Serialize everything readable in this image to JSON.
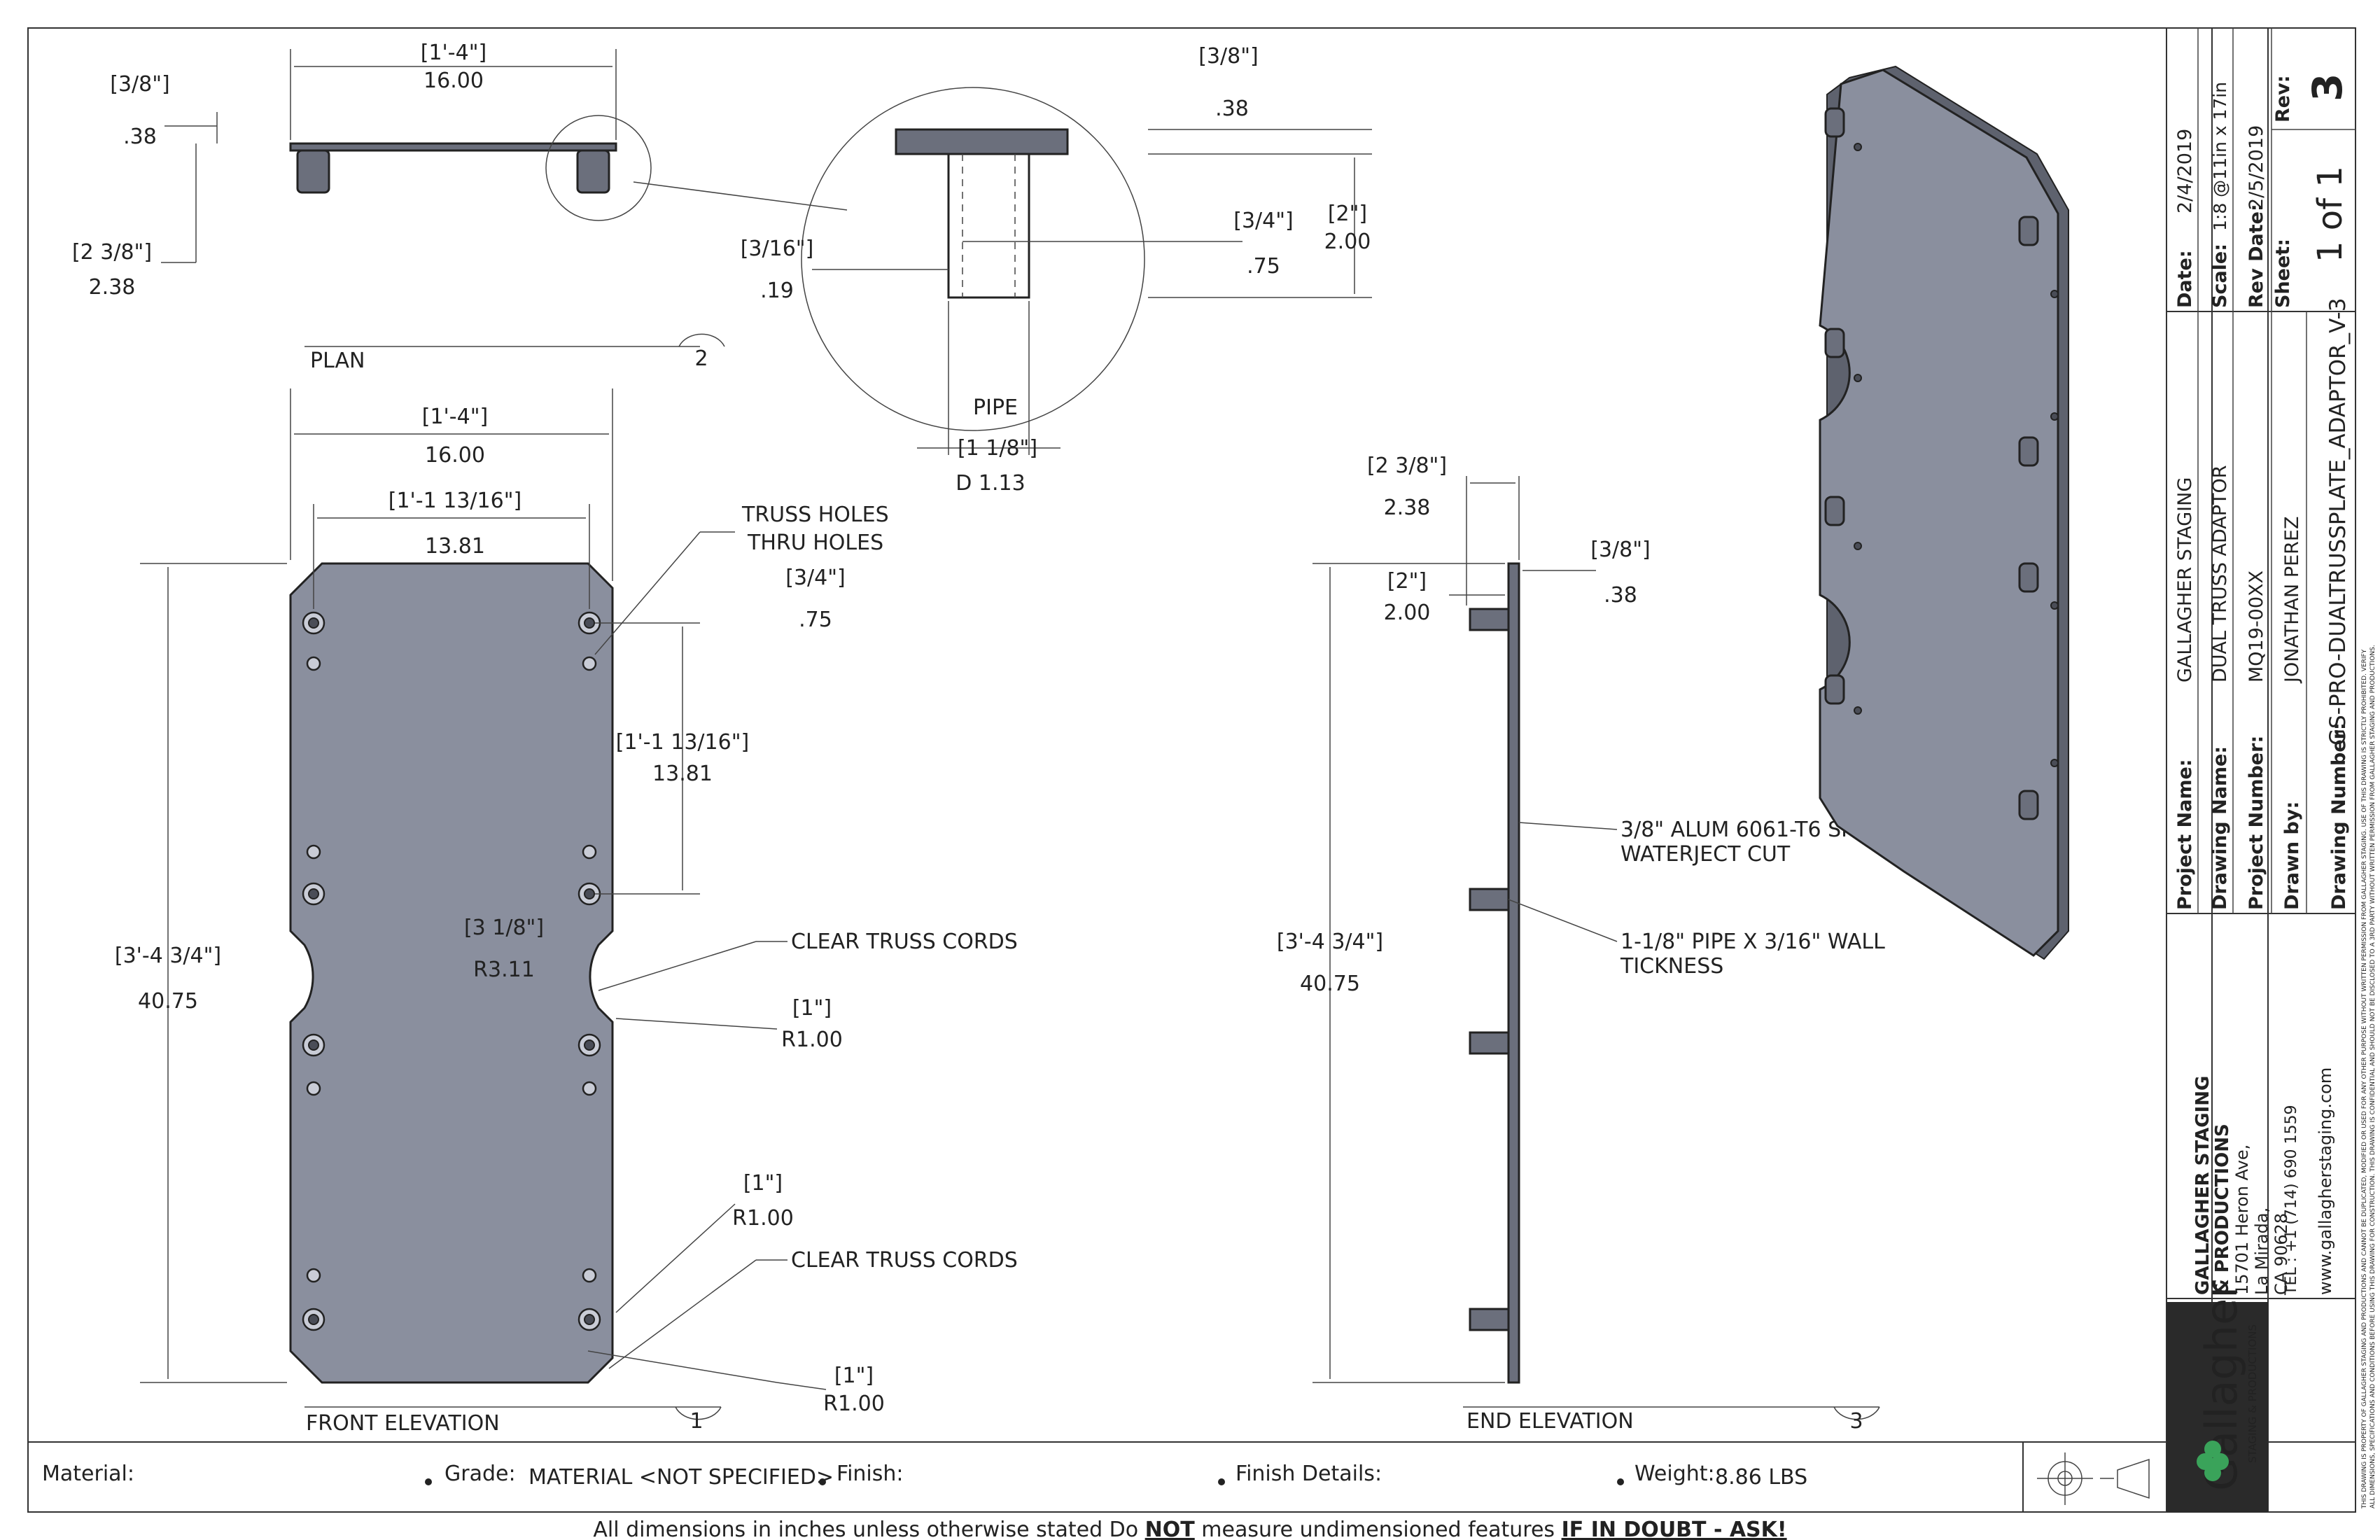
{
  "plan": {
    "overall": "[1'-4\"]",
    "overall_dec": "16.00",
    "thick_frac": "[3/8\"]",
    "thick_dec": ".38",
    "height_frac": "[2 3/8\"]",
    "height_dec": "2.38",
    "view_label": "PLAN",
    "view_number": "2"
  },
  "detail": {
    "top_frac": "[3/8\"]",
    "top_dec": ".38",
    "height_frac": "[2\"]",
    "height_dec": "2.00",
    "inner_frac": "[3/4\"]",
    "inner_dec": ".75",
    "wall_frac": "[3/16\"]",
    "wall_dec": ".19",
    "pipe_label": "PIPE",
    "pipe_frac": "[1 1/8\"]",
    "pipe_dec": "D 1.13"
  },
  "front": {
    "overall": "[1'-4\"]",
    "overall_dec": "16.00",
    "inner": "[1'-1 13/16\"]",
    "inner_dec": "13.81",
    "truss_holes": "TRUSS  HOLES",
    "thru_holes": "THRU HOLES",
    "thru_frac": "[3/4\"]",
    "thru_dec": ".75",
    "spacing_frac": "[1'-1 13/16\"]",
    "spacing_dec": "13.81",
    "height_frac": "[3'-4 3/4\"]",
    "height_dec": "40.75",
    "notch_frac": "[3 1/8\"]",
    "notch_dec": "R3.11",
    "clear_cords_1": "CLEAR TRUSS CORDS",
    "clear_cords_2": "CLEAR TRUSS CORDS",
    "r1_frac": "[1\"]",
    "r1_dec": "R1.00",
    "r2_frac": "[1\"]",
    "r2_dec": "R1.00",
    "r3_frac": "[1\"]",
    "r3_dec": "R1.00",
    "view_label": "FRONT ELEVATION",
    "view_number": "1"
  },
  "end": {
    "width_frac": "[2 3/8\"]",
    "width_dec": "2.38",
    "pipe_frac": "[2\"]",
    "pipe_dec": "2.00",
    "thick_frac": "[3/8\"]",
    "thick_dec": ".38",
    "height_frac": "[3'-4 3/4\"]",
    "height_dec": "40.75",
    "note1_a": "3/8\" ALUM 6061-T6 SHEETMETAL",
    "note1_b": "WATERJECT CUT",
    "note2_a": "1-1/8\" PIPE X 3/16\" WALL",
    "note2_b": "TICKNESS",
    "view_label": "END ELEVATION",
    "view_number": "3"
  },
  "title_block": {
    "project_name_label": "Project Name:",
    "project_name": "GALLAGHER STAGING",
    "drawing_name_label": "Drawing Name:",
    "drawing_name": "DUAL TRUSS ADAPTOR",
    "project_number_label": "Project Number:",
    "project_number": "MQ19-00XX",
    "drawn_by_label": "Drawn by:",
    "drawn_by": "JONATHAN PEREZ",
    "drawing_number_label": "Drawing Number:",
    "drawing_number": "GS-PRO-DUALTRUSSPLATE_ADAPTOR_V-3",
    "date_label": "Date:",
    "date": "2/4/2019",
    "scale_label": "Scale:",
    "scale": "1:8 @11in x 17in",
    "rev_date_label": "Rev Date:",
    "rev_date": "2/5/2019",
    "sheet_label": "Sheet:",
    "sheet": "1 of 1",
    "rev_label": "Rev:",
    "rev": "3",
    "company_1": "GALLAGHER STAGING",
    "company_2": "& PRODUCTIONS",
    "address_1": "15701 Heron Ave,",
    "address_2": "La Mirada,",
    "address_3": "CA 90628",
    "tel": "TEL : +1 (714) 690 1559",
    "web": "www.gallagherstaging.com",
    "logo_text": "Gallagher",
    "logo_sub": "STAGING & PRODUCTIONS",
    "legal_1": "THIS DRAWING IS PROPERTY OF GALLAGHER STAGING AND PRODUCTIONS AND CANNOT BE DUPLICATED, MODIFIED OR USED FOR ANY OTHER PURPOSE WITHOUT WRITTEN PERMISSION FROM GALLAGHER STAGING. USE OF THIS DRAWING IS STRICTLY PROHIBITED. VERIFY",
    "legal_2": "ALL DIMENSIONS, SPECIFICATIONS AND CONDITIONS BEFORE USING THIS DRAWING FOR CONSTRUCTION. THIS DRAWING IS CONFIDENTIAL AND SHOULD NOT BE DISCLOSED TO A 3RD PARTY WITHOUT WRITTEN PERMISSION FROM GALLAGHER STAGING AND PRODUCTIONS."
  },
  "bottom": {
    "material_label": "Material:",
    "grade_label": "Grade:",
    "grade": "MATERIAL <NOT SPECIFIED>",
    "finish_label": "Finish:",
    "finish_details_label": "Finish Details:",
    "weight_label": "Weight:",
    "weight": "8.86 LBS",
    "note_1": "All dimensions in inches unless otherwise stated Do ",
    "note_not": "NOT",
    "note_2": " measure undimensioned features ",
    "note_ask": "IF IN DOUBT - ASK!"
  }
}
